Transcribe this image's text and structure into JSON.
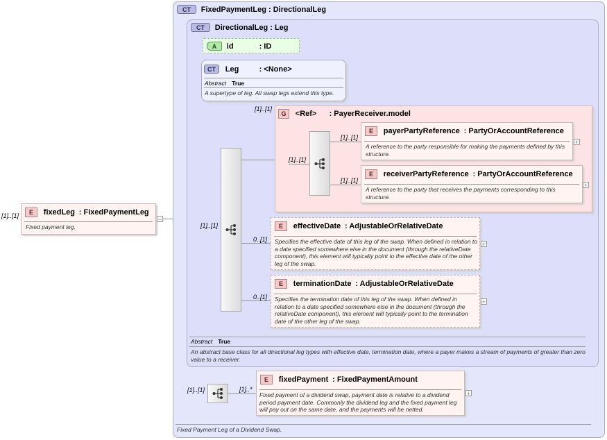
{
  "root": {
    "cardinality": "[1]..[1]",
    "badge": "E",
    "name": "fixedLeg",
    "type": ": FixedPaymentLeg",
    "description": "Fixed payment leg.",
    "collapse_glyph": "−"
  },
  "outer_ct": {
    "badge": "CT",
    "title": "FixedPaymentLeg : DirectionalLeg",
    "description": "Fixed Payment Leg of a Dividend Swap."
  },
  "inner_ct": {
    "badge": "CT",
    "title": "DirectionalLeg : Leg",
    "abstract_label": "Abstract",
    "abstract_value": "True",
    "description": "An abstract base class for all directional leg types with effective date, termination date, where a payer makes a stream of payments of greater than zero value to a receiver."
  },
  "attribute": {
    "badge": "A",
    "name": "id",
    "type": ": ID"
  },
  "leg_ct": {
    "badge": "CT",
    "name": "Leg",
    "type": ": <None>",
    "abstract_label": "Abstract",
    "abstract_value": "True",
    "description": "A supertype of leg. All swap legs extend this type."
  },
  "group": {
    "cardinality": "[1]..[1]",
    "badge": "G",
    "name": "<Ref>",
    "type": ": PayerReceiver.model",
    "inner_cardinality": "[1]..[1]"
  },
  "payer": {
    "cardinality": "[1]..[1]",
    "badge": "E",
    "name": "payerPartyReference",
    "type": ": PartyOrAccountReference",
    "description": "A reference to the party responsible for making the payments defined by this structure.",
    "expand_glyph": "+"
  },
  "receiver": {
    "cardinality": "[1]..[1]",
    "badge": "E",
    "name": "receiverPartyReference",
    "type": ": PartyOrAccountReference",
    "description": "A reference to the party that receives the payments corresponding to this structure.",
    "expand_glyph": "+"
  },
  "main_seq": {
    "cardinality": "[1]..[1]"
  },
  "effective": {
    "cardinality": "0..[1]",
    "badge": "E",
    "name": "effectiveDate",
    "type": ": AdjustableOrRelativeDate",
    "description": "Specifies the effective date of this leg of the swap. When defined in relation to a date specified somewhere else in the document (through the relativeDate component), this element will typically point to the effective date of the other leg of the swap.",
    "expand_glyph": "+"
  },
  "termination": {
    "cardinality": "0..[1]",
    "badge": "E",
    "name": "terminationDate",
    "type": ": AdjustableOrRelativeDate",
    "description": "Specifies the termination date of this leg of the swap. When defined in relation to a date specified somewhere else in the document (through the relativeDate component), this element will typically point to the termination date of the other leg of the swap.",
    "expand_glyph": "+"
  },
  "fixed_seq": {
    "cardinality": "[1]..[1]"
  },
  "fixed_payment": {
    "cardinality": "[1]..*",
    "badge": "E",
    "name": "fixedPayment",
    "type": ": FixedPaymentAmount",
    "description": "Fixed payment of a dividend swap, payment date is relative to a dividend period payment date. Commonly the dividend leg and the fixed payment leg will pay out on the same date, and the payments will be netted.",
    "expand_glyph": "+"
  }
}
